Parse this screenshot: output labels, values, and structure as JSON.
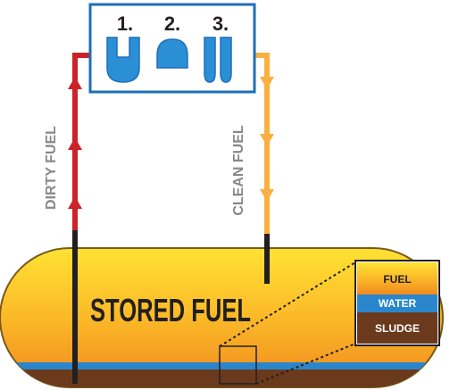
{
  "filter_stages": [
    "1.",
    "2.",
    "3."
  ],
  "pipe_labels": {
    "dirty": "DIRTY FUEL",
    "clean": "CLEAN FUEL"
  },
  "tank_label": "STORED FUEL",
  "layers": {
    "fuel": "FUEL",
    "water": "WATER",
    "sludge": "SLUDGE"
  },
  "colors": {
    "dirty_pipe": "#cc2229",
    "clean_pipe": "#f9b040",
    "filter_box_border": "#1e6fb8",
    "filter_icon_fill": "#2b8fd6",
    "tank_top": "#ffe234",
    "tank_bottom": "#f08a1e",
    "water": "#2a86cc",
    "sludge": "#6b3a1c",
    "text": "#231f20",
    "pipe_label_text": "#888888"
  }
}
